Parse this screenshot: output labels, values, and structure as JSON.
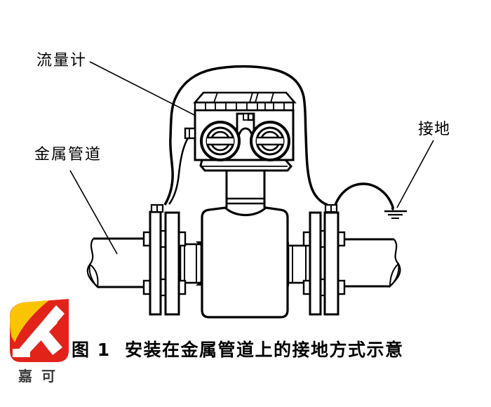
{
  "labels": {
    "flowmeter": "流量计",
    "metal_pipe": "金属管道",
    "grounding": "接地"
  },
  "caption": "图 1  安装在金属管道上的接地方式示意",
  "logo": {
    "text": "嘉 可",
    "red": "#e2231a",
    "yellow": "#fcc400",
    "k_color": "#ffffff",
    "text_color": "#3b3b3b"
  },
  "colors": {
    "line": "#000000",
    "background": "#ffffff"
  }
}
